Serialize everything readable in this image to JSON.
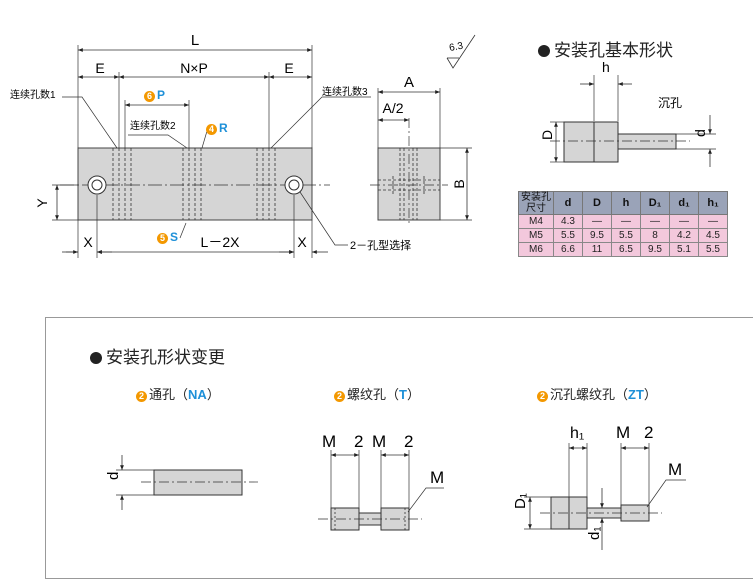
{
  "main_drawing": {
    "dimensions": {
      "L": "L",
      "E_left": "E",
      "NxP": "N×P",
      "E_right": "E",
      "Y": "Y",
      "X_left": "X",
      "L_minus_2X": "L－2X",
      "X_right": "X",
      "A": "A",
      "A_half": "A/2",
      "B": "B"
    },
    "labels": {
      "series_hole_1": "连续孔数1",
      "series_hole_2": "连续孔数2",
      "series_hole_3": "连续孔数3",
      "hole_type_select": "2－孔型选择"
    },
    "option_callouts": [
      {
        "number": "6",
        "code": "P"
      },
      {
        "number": "4",
        "code": "R"
      },
      {
        "number": "5",
        "code": "S"
      }
    ],
    "roughness": "6.3"
  },
  "basic_shape": {
    "heading": "安装孔基本形状",
    "h_label": "h",
    "counterbore_label": "沉孔",
    "D_label": "D",
    "d_label": "d"
  },
  "spec_table": {
    "header_line1": "安装孔",
    "header_line2": "尺寸",
    "columns": [
      "d",
      "D",
      "h",
      "D₁",
      "d₁",
      "h₁"
    ],
    "rows": [
      {
        "size": "M4",
        "values": [
          "4.3",
          "—",
          "—",
          "—",
          "—",
          "—"
        ]
      },
      {
        "size": "M5",
        "values": [
          "5.5",
          "9.5",
          "5.5",
          "8",
          "4.2",
          "4.5"
        ]
      },
      {
        "size": "M6",
        "values": [
          "6.6",
          "11",
          "6.5",
          "9.5",
          "5.1",
          "5.5"
        ]
      }
    ]
  },
  "variants_panel": {
    "heading": "安装孔形状变更",
    "variants": [
      {
        "number": "2",
        "name": "通孔",
        "code": "NA"
      },
      {
        "number": "2",
        "name": "螺纹孔",
        "code": "T"
      },
      {
        "number": "2",
        "name": "沉孔螺纹孔",
        "code": "ZT"
      }
    ],
    "through_d_label": "d",
    "tapped": {
      "M1": "M",
      "n1": "2",
      "M2": "M",
      "n2": "2",
      "M_callout": "M"
    },
    "cb_tapped": {
      "h1": "h₁",
      "M": "M",
      "n": "2",
      "M_callout": "M",
      "D1": "D₁",
      "d1": "d₁"
    }
  }
}
